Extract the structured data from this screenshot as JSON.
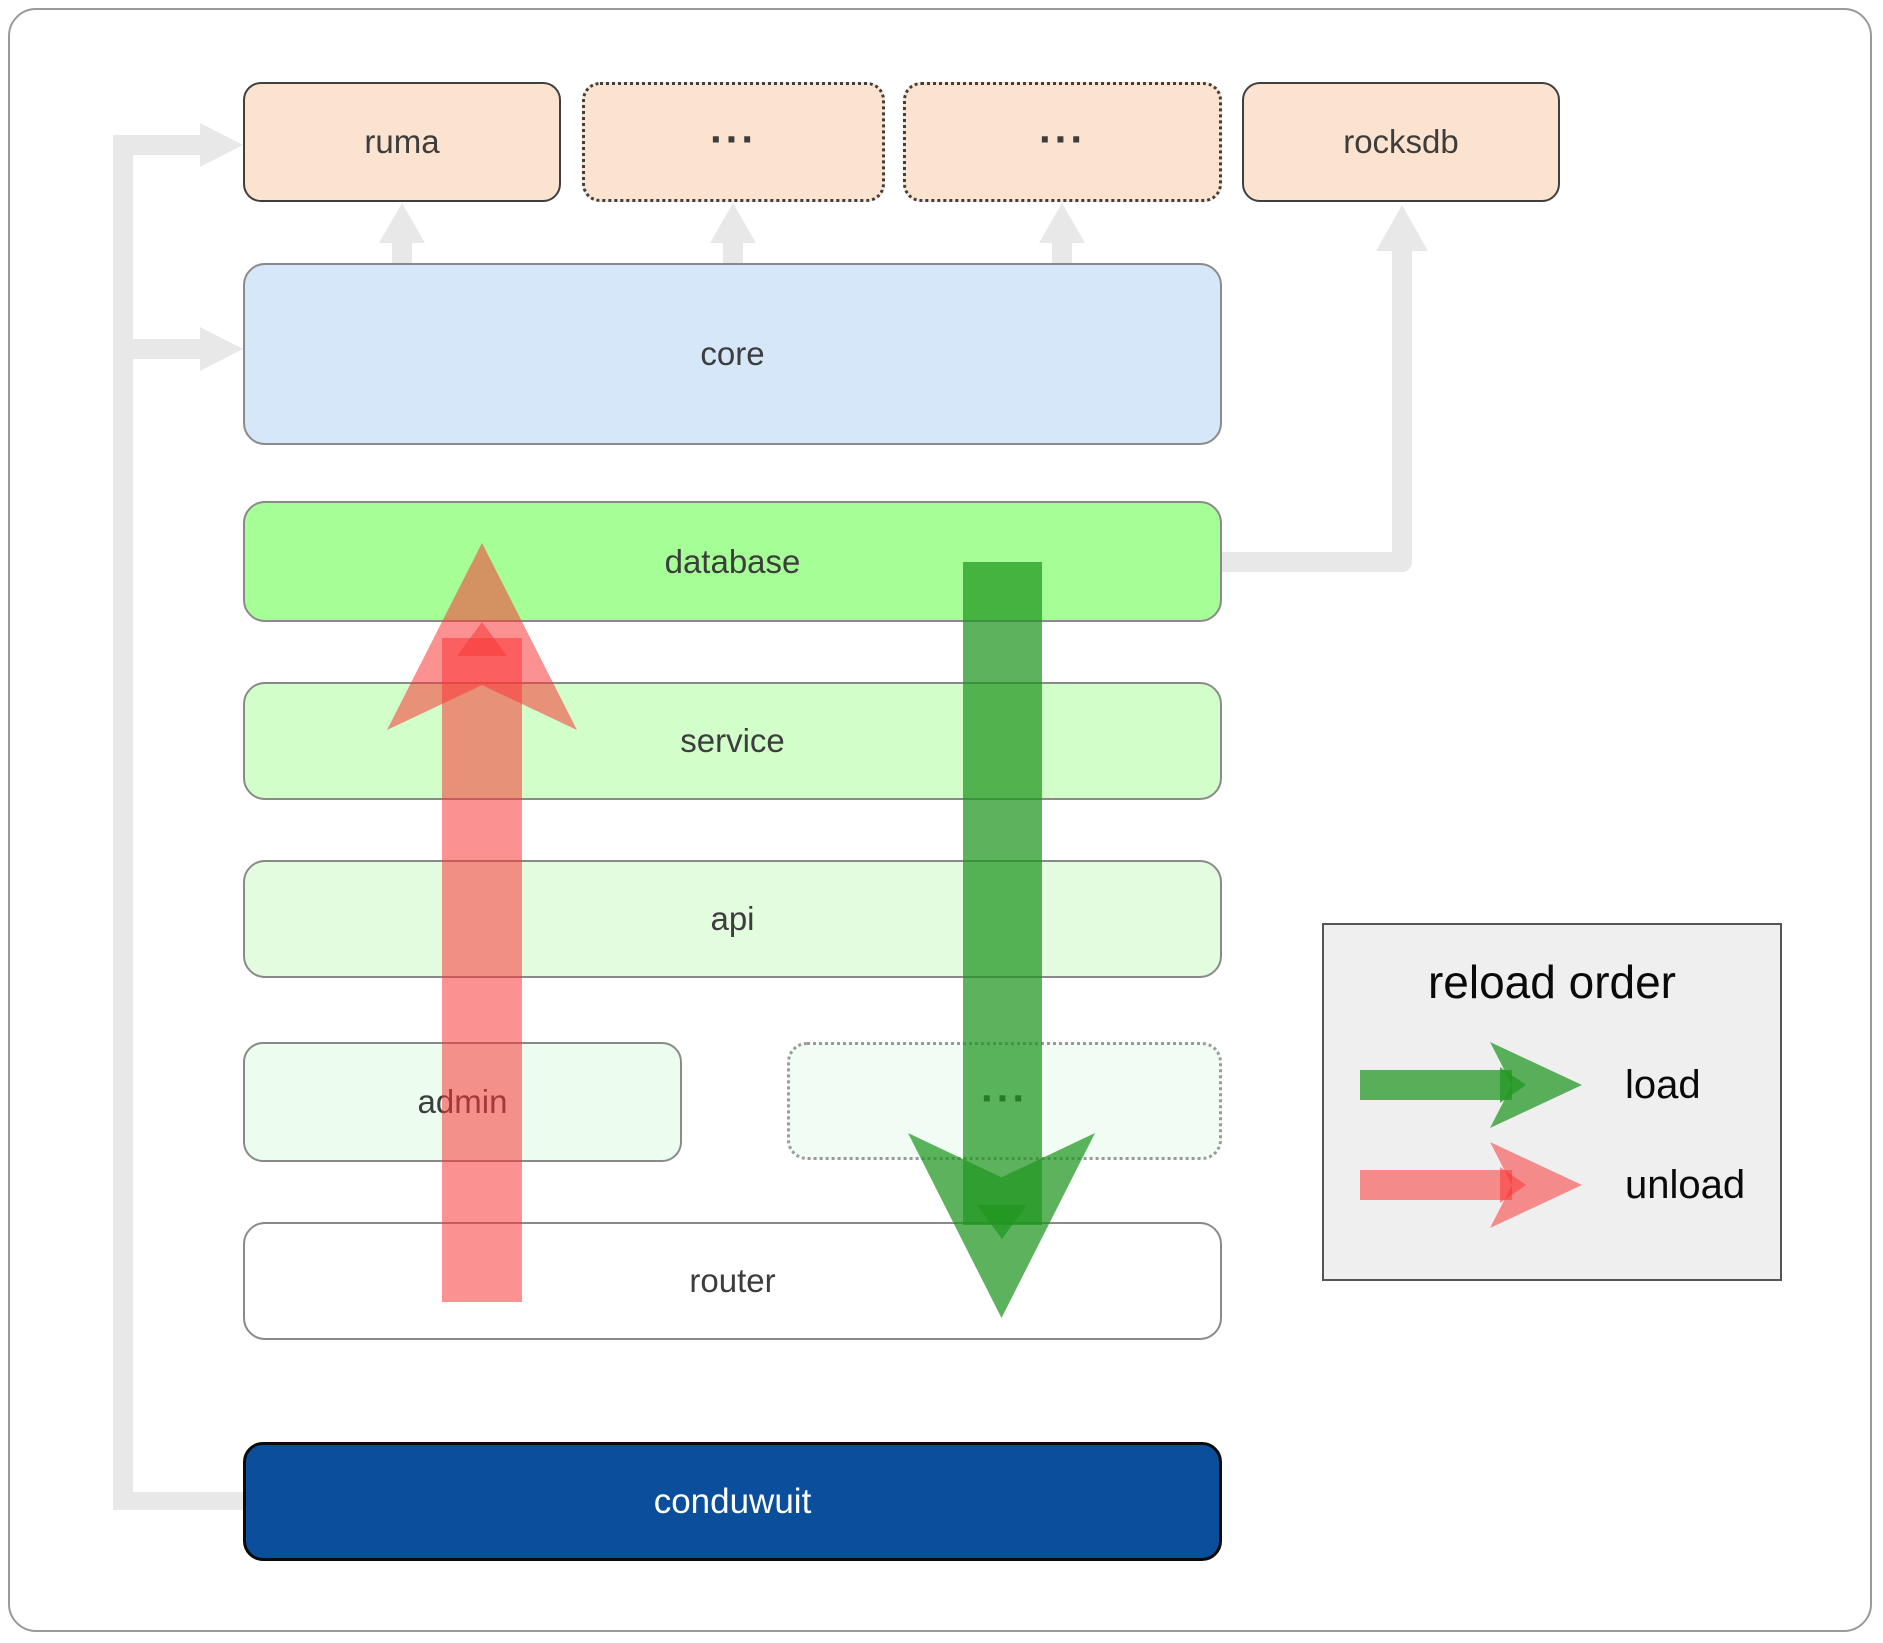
{
  "diagram": {
    "top_row": {
      "ruma": "ruma",
      "ext1": "...",
      "ext2": "...",
      "rocksdb": "rocksdb"
    },
    "layers": {
      "core": "core",
      "database": "database",
      "service": "service",
      "api": "api",
      "admin": "admin",
      "ext3": "...",
      "router": "router",
      "conduwuit": "conduwuit"
    },
    "legend": {
      "title": "reload order",
      "load": "load",
      "unload": "unload"
    },
    "colors": {
      "peach_box": "#fce3d0",
      "core_box": "#d5e7f9",
      "database_box": "#a6fe97",
      "service_box": "#d2fec9",
      "api_box": "#e3fcdf",
      "admin_box": "#ecfdf0",
      "conduwuit_box": "#0b4e9b",
      "connector_gray": "#e8e8e8",
      "load_arrow_green": "#1e961e",
      "unload_arrow_red": "#fa3737",
      "legend_bg": "#efefef",
      "label_text": "#3d3d3d"
    }
  }
}
